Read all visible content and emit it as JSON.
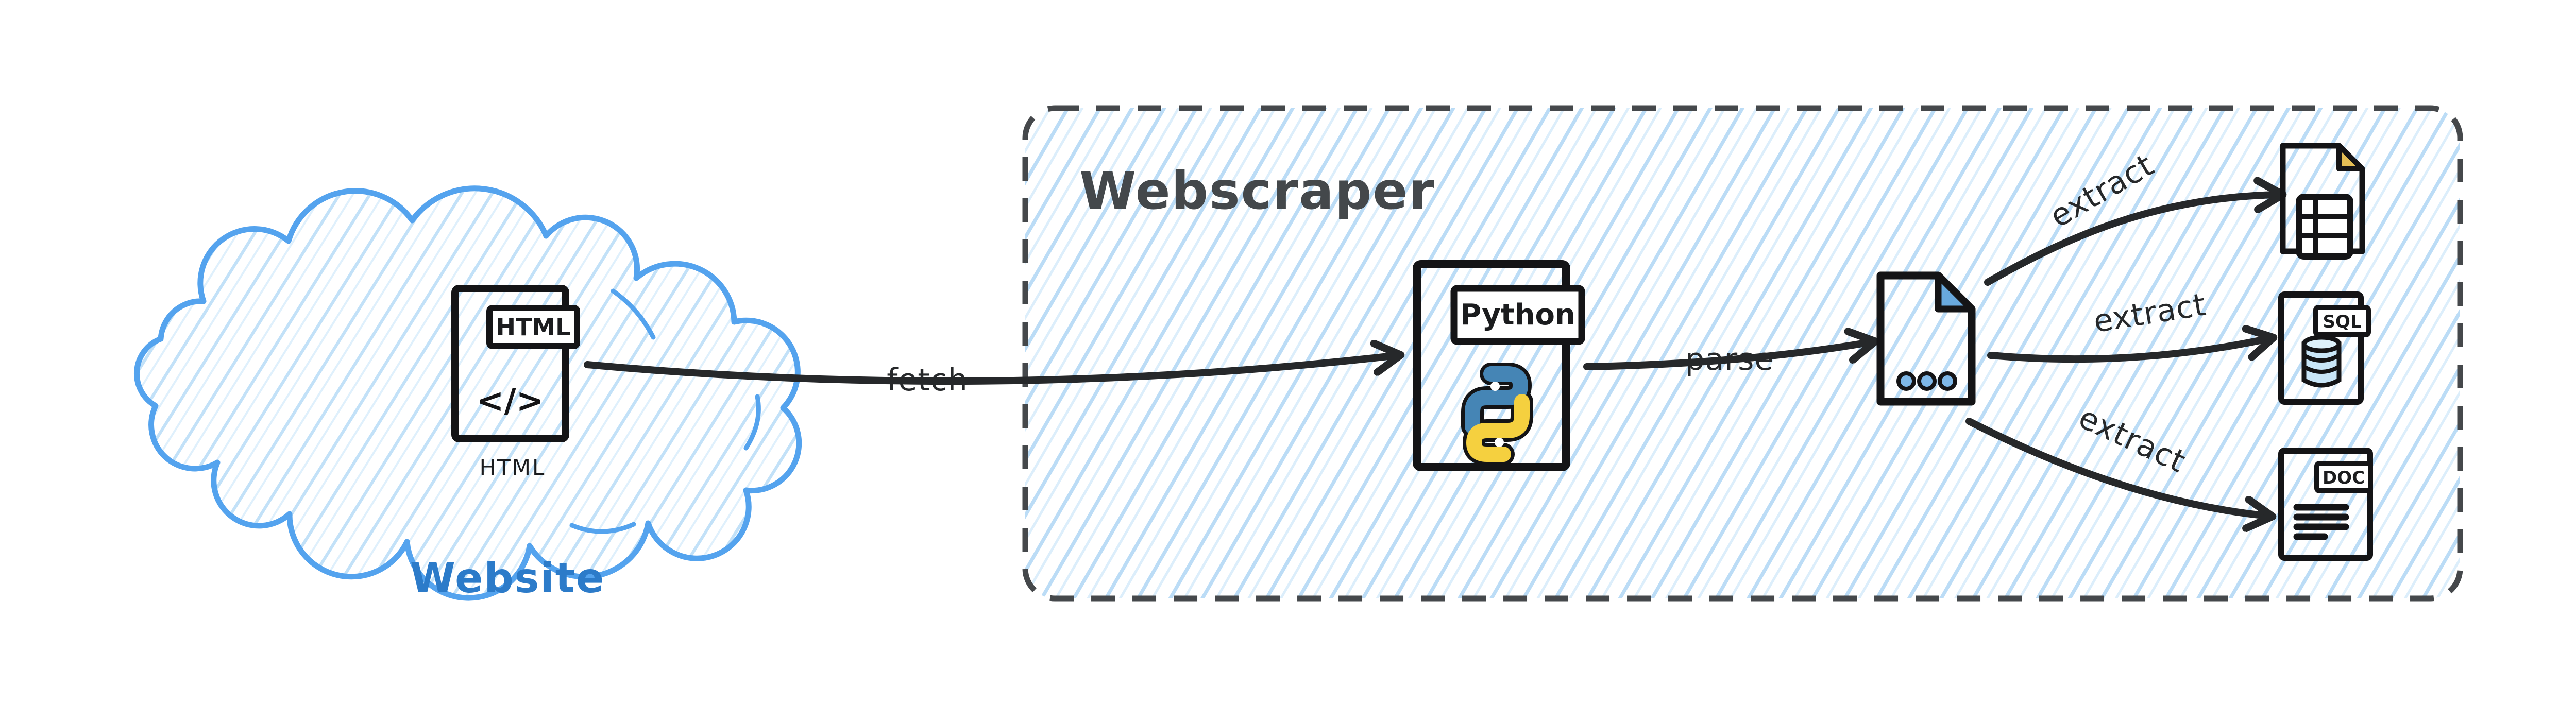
{
  "website": {
    "label": "Website",
    "file_tab": "HTML",
    "code_glyph": "</>",
    "caption": "HTML"
  },
  "webscraper": {
    "title": "Webscraper",
    "python_tab": "Python"
  },
  "arrows": {
    "fetch": "fetch",
    "parse": "parse",
    "extract_top": "extract",
    "extract_middle": "extract",
    "extract_bottom": "extract"
  },
  "outputs": {
    "spreadsheet": {
      "icon": "spreadsheet-table-icon"
    },
    "sql": {
      "label": "SQL",
      "icon": "database-cylinder-icon"
    },
    "doc": {
      "label": "DOC",
      "icon": "text-lines-icon"
    }
  },
  "colors": {
    "ink": "#26282A",
    "frame_gray": "#45484B",
    "cloud_stroke": "#54A3EE",
    "hatch_blue": "#BBDCF6",
    "html_orange": "#F4714B",
    "python_box_blue": "#3A76A6",
    "python_logo_blue": "#4585B5",
    "python_logo_yellow": "#F5D03F",
    "page_blue": "#A9D8F4",
    "page_fold_blue": "#68A9DE",
    "sheet_yellow": "#F8E8A8",
    "sheet_fold_yellow": "#E5BE55",
    "sql_pink": "#F0CBE5",
    "db_fill": "#C9E6F8",
    "db_top": "#DDF1FB",
    "website_text": "#2C7BC9",
    "label_bg": "#FFFFFF"
  }
}
